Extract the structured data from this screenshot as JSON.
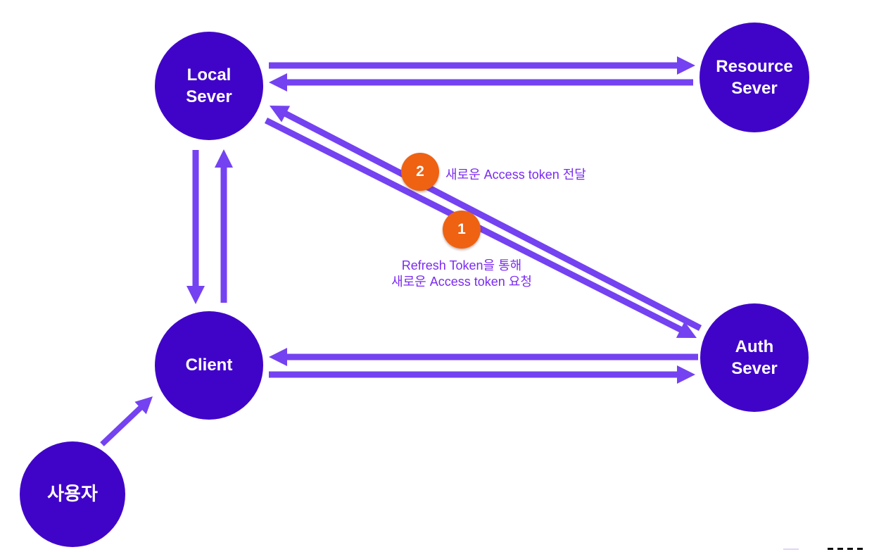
{
  "diagram": {
    "nodes": {
      "local_server": {
        "line1": "Local",
        "line2": "Sever"
      },
      "resource_server": {
        "line1": "Resource",
        "line2": "Sever"
      },
      "client": {
        "line1": "Client"
      },
      "auth_server": {
        "line1": "Auth",
        "line2": "Sever"
      },
      "user": {
        "line1": "사용자"
      }
    },
    "badges": {
      "step1": {
        "number": "1"
      },
      "step2": {
        "number": "2"
      }
    },
    "annotations": {
      "step2_label": "새로운 Access token 전달",
      "step1_label_line1": "Refresh Token을 통해",
      "step1_label_line2": "새로운 Access token 요청"
    },
    "edges": [
      {
        "from": "Local Sever",
        "to": "Resource Sever"
      },
      {
        "from": "Resource Sever",
        "to": "Local Sever"
      },
      {
        "from": "Local Sever",
        "to": "Client"
      },
      {
        "from": "Client",
        "to": "Local Sever"
      },
      {
        "from": "Auth Sever",
        "to": "Local Sever",
        "step": "2"
      },
      {
        "from": "Local Sever",
        "to": "Auth Sever",
        "step": "1"
      },
      {
        "from": "Auth Sever",
        "to": "Client"
      },
      {
        "from": "Client",
        "to": "Auth Sever"
      },
      {
        "from": "사용자",
        "to": "Client"
      }
    ],
    "colors": {
      "node_fill": "#4004C8",
      "arrow": "#7442F1",
      "badge_fill": "#EE6212",
      "annotation_text": "#7B2BF1"
    }
  }
}
